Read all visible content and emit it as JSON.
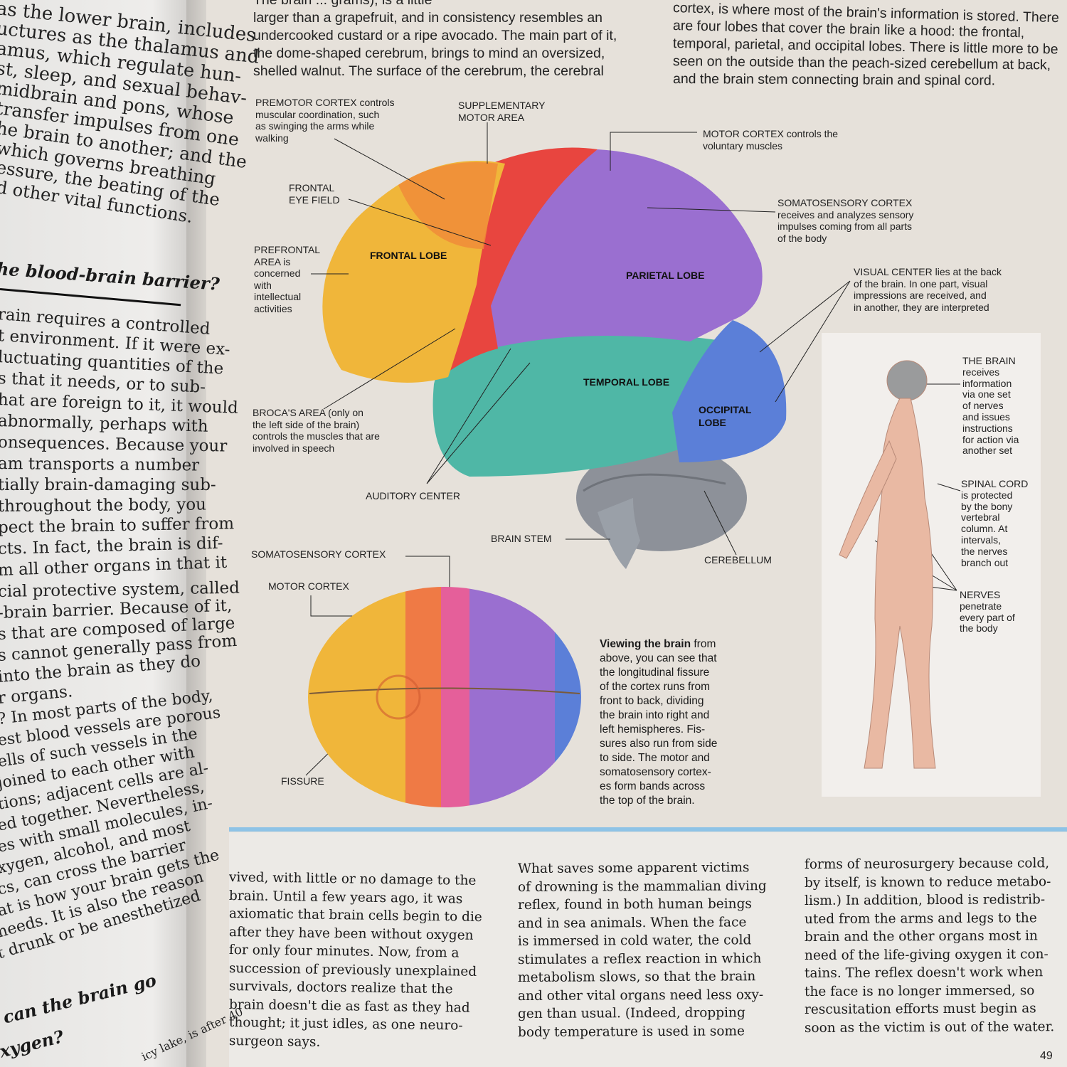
{
  "left_page": {
    "lines1": [
      "as the lower brain, includes",
      "uctures as the thalamus and",
      "amus, which regulate hun-",
      "st, sleep, and sexual behav-",
      "midbrain and pons, whose",
      "transfer impulses from one",
      "he brain to another; and the",
      "which governs breathing",
      "essure, the beating of the",
      "d other vital functions."
    ],
    "heading1": "he blood-brain barrier?",
    "lines2": [
      "rain requires a controlled",
      "t environment. If it were ex-",
      "luctuating quantities of the",
      "s that it needs, or to sub-",
      "hat are foreign to it, it would",
      "abnormally, perhaps with",
      "onsequences. Because your",
      "am transports a number",
      "tially brain-damaging sub-",
      "throughout the body, you",
      "pect the brain to suffer from",
      "cts. In fact, the brain is dif-",
      "m all other organs in that it",
      "cial protective system, called",
      "-brain barrier. Because of it,",
      "s that are composed of large",
      "s cannot generally pass from",
      "into the brain as they do",
      "r organs.",
      "? In most parts of the body,",
      "est blood vessels are porous",
      "ells of such vessels in the",
      "joined to each other with",
      "tions; adjacent cells are al-",
      "ed together. Nevertheless,",
      "es with small molecules, in-",
      "xygen, alcohol, and most",
      "cs, can cross the barrier",
      "at is how your brain gets the",
      "needs. It is also the reason",
      "t drunk or be anesthetized"
    ],
    "heading2a": "can the brain go",
    "heading2b": "xygen?",
    "tail": "icy lake, is after 40"
  },
  "intro": {
    "left": [
      "The brain ... grams), is a little",
      "larger than a grapefruit, and in consistency resembles an",
      "undercooked custard or a ripe avocado. The main part of it,",
      "the dome-shaped cerebrum, brings to mind an oversized,",
      "shelled walnut. The surface of the cerebrum, the cerebral"
    ],
    "right": [
      "cortex, is where most of the brain's information is stored. There",
      "are four lobes that cover the brain like a hood: the frontal,",
      "temporal, parietal, and occipital lobes. There is little more to be",
      "seen on the outside than the peach-sized cerebellum at back,",
      "and the brain stem connecting brain and spinal cord."
    ]
  },
  "labels": {
    "premotor": [
      "PREMOTOR CORTEX controls",
      "muscular coordination, such",
      "as swinging the arms while",
      "walking"
    ],
    "supplementary": [
      "SUPPLEMENTARY",
      "MOTOR AREA"
    ],
    "motor": [
      "MOTOR CORTEX controls the",
      "voluntary muscles"
    ],
    "frontal_eye": [
      "FRONTAL",
      "EYE FIELD"
    ],
    "somatosensory": [
      "SOMATOSENSORY CORTEX",
      "receives and analyzes sensory",
      "impulses coming from all parts",
      "of the body"
    ],
    "prefrontal": [
      "PREFRONTAL",
      "AREA is",
      "concerned",
      "with",
      "intellectual",
      "activities"
    ],
    "visual": [
      "VISUAL CENTER lies at the back",
      "of the brain. In one part, visual",
      "impressions are received, and",
      "in another, they are interpreted"
    ],
    "broca": [
      "BROCA'S AREA (only on",
      "the left side of the brain)",
      "controls the muscles that are",
      "involved in speech"
    ],
    "auditory": "AUDITORY CENTER",
    "brain_stem": "BRAIN STEM",
    "cerebellum": "CEREBELLUM",
    "top_somatosensory": "SOMATOSENSORY CORTEX",
    "top_motor": "MOTOR CORTEX",
    "fissure": "FISSURE",
    "lobes": {
      "frontal": "FRONTAL LOBE",
      "parietal": "PARIETAL LOBE",
      "temporal": "TEMPORAL LOBE",
      "occipital1": "OCCIPITAL",
      "occipital2": "LOBE"
    }
  },
  "caption": {
    "bold": "Viewing the brain",
    "lines": [
      " from",
      "above, you can see that",
      "the longitudinal fissure",
      "of the cortex runs from",
      "front to back, dividing",
      "the brain into right and",
      "left hemispheres. Fis-",
      "sures also run from side",
      "to side. The motor and",
      "somatosensory cortex-",
      "es form bands across",
      "the top of the brain."
    ]
  },
  "body_labels": {
    "brain": [
      "THE BRAIN",
      "receives",
      "information",
      "via one set",
      "of nerves",
      "and issues",
      "instructions",
      "for action via",
      "another set"
    ],
    "spinal": [
      "SPINAL CORD",
      "is protected",
      "by the bony",
      "vertebral",
      "column. At",
      "intervals,",
      "the nerves",
      "branch out"
    ],
    "nerves": [
      "NERVES",
      "penetrate",
      "every part of",
      "the body"
    ]
  },
  "columns": [
    [
      "vived, with little or no damage to the",
      "brain. Until a few years ago, it was",
      "axiomatic that brain cells begin to die",
      "after they have been without oxygen",
      "for only four minutes. Now, from a",
      "succession of previously unexplained",
      "survivals, doctors realize that the",
      "brain doesn't die as fast as they had",
      "thought; it just idles, as one neuro-",
      "surgeon says."
    ],
    [
      "    What saves some apparent victims",
      "of drowning is the mammalian diving",
      "reflex, found in both human beings",
      "and in sea animals. When the face",
      "is immersed in cold water, the cold",
      "stimulates a reflex reaction in which",
      "metabolism slows, so that the brain",
      "and other vital organs need less oxy-",
      "gen than usual. (Indeed, dropping",
      "body temperature is used in some"
    ],
    [
      "forms of neurosurgery because cold,",
      "by itself, is known to reduce metabo-",
      "lism.) In addition, blood is redistrib-",
      "uted from the arms and legs to the",
      "brain and the other organs most in",
      "need of the life-giving oxygen it con-",
      "tains. The reflex doesn't work when",
      "the face is no longer immersed, so",
      "rescusitation efforts must begin as",
      "soon as the victim is out of the water."
    ]
  ],
  "page_number": "49",
  "colors": {
    "accent_blue": "#8ec3e6",
    "frontal": "#f0b63a",
    "motor": "#e8453f",
    "parietal": "#9a6fd0",
    "temporal": "#4fb7a6",
    "occipital": "#5b7fd8"
  }
}
